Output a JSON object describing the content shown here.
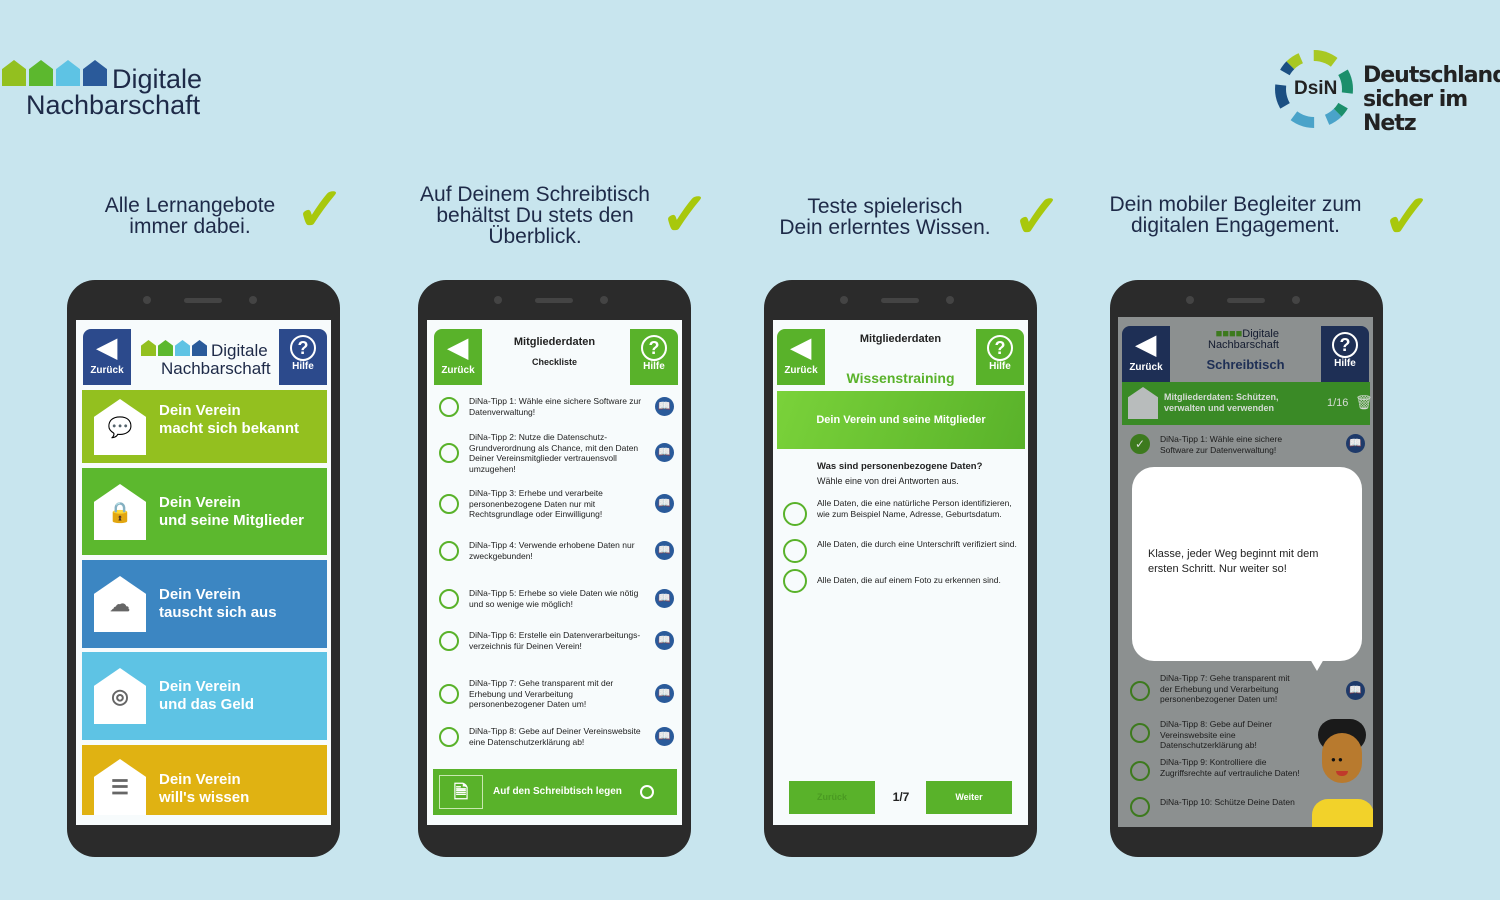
{
  "brand": {
    "left_logo": [
      "Digitale",
      "Nachbarschaft"
    ],
    "right_logo_mark": "DsiN",
    "right_logo": [
      "Deutschland",
      "sicher im Netz"
    ]
  },
  "captions": [
    {
      "text": [
        "Alle Lernangebote",
        "immer dabei."
      ]
    },
    {
      "text": [
        "Auf Deinem Schreibtisch",
        "behältst Du stets den",
        "Überblick."
      ]
    },
    {
      "text": [
        "Teste spielerisch",
        "Dein erlerntes Wissen."
      ]
    },
    {
      "text": [
        "Dein mobiler Begleiter zum",
        "digitalen Engagement."
      ]
    }
  ],
  "common": {
    "back": "Zurück",
    "help": "Hilfe"
  },
  "phone1": {
    "logo": [
      "Digitale",
      "Nachbarschaft"
    ],
    "tiles": [
      {
        "l1": "Dein Verein",
        "l2": "macht sich bekannt",
        "color": "#93c01f"
      },
      {
        "l1": "Dein Verein",
        "l2": "und seine Mitglieder",
        "color": "#5cb82e"
      },
      {
        "l1": "Dein Verein",
        "l2": "tauscht sich aus",
        "color": "#3c86c2"
      },
      {
        "l1": "Dein Verein",
        "l2": "und das Geld",
        "color": "#5ec3e4"
      },
      {
        "l1": "Dein Verein",
        "l2": "will's wissen",
        "color": "#e0b212"
      }
    ]
  },
  "phone2": {
    "title": "Mitgliederdaten",
    "subtitle": "Checkliste",
    "items": [
      "DiNa-Tipp 1: Wähle eine sichere Software zur Datenverwaltung!",
      "DiNa-Tipp 2: Nutze die Datenschutz-Grundverordnung als Chance, mit den Daten Deiner Vereinsmitglieder vertrauensvoll umzugehen!",
      "DiNa-Tipp 3: Erhebe und verarbeite personenbezogene Daten nur mit Rechtsgrundlage oder Einwilligung!",
      "DiNa-Tipp 4: Verwende erhobene Daten nur zweckgebunden!",
      "DiNa-Tipp 5: Erhebe so viele Daten wie nötig und so wenige wie möglich!",
      "DiNa-Tipp 6: Erstelle ein Datenverarbeitungs- verzeichnis für Deinen Verein!",
      "DiNa-Tipp 7: Gehe transparent mit der Erhebung und Verarbeitung personenbezogener Daten um!",
      "DiNa-Tipp 8: Gebe auf Deiner Vereinswebsite eine Datenschutzerklärung ab!"
    ],
    "footer": "Auf den Schreibtisch legen"
  },
  "phone3": {
    "title": "Mitgliederdaten",
    "subtitle": "Wissenstraining",
    "banner": "Dein Verein und seine Mitglieder",
    "question": "Was sind personenbezogene Daten?",
    "hint": "Wähle eine von drei Antworten aus.",
    "answers": [
      "Alle Daten, die eine natürliche Person identifizieren, wie zum Beispiel Name, Adresse, Geburtsdatum.",
      "Alle Daten, die durch eine Unterschrift verifiziert sind.",
      "Alle Daten, die auf einem Foto zu erkennen sind."
    ],
    "prev": "Zurück",
    "page": "1/7",
    "next": "Weiter"
  },
  "phone4": {
    "logo": [
      "Digitale",
      "Nachbarschaft"
    ],
    "subtitle": "Schreibtisch",
    "card": "Mitgliederdaten: Schützen, verwalten und verwenden",
    "count": "1/16",
    "items": [
      "DiNa-Tipp 1: Wähle eine sichere Software zur Datenverwaltung!",
      "DiNa-Tipp 7: Gehe transparent mit der Erhebung und Verarbeitung personenbezogener Daten um!",
      "DiNa-Tipp 8: Gebe auf Deiner Vereinswebsite eine Datenschutzerklärung ab!",
      "DiNa-Tipp 9: Kontrolliere die Zugriffsrechte auf vertrauliche Daten!",
      "DiNa-Tipp 10: Schütze Deine Daten"
    ],
    "bubble": "Klasse, jeder Weg beginnt mit dem ersten Schritt. Nur weiter so!"
  }
}
